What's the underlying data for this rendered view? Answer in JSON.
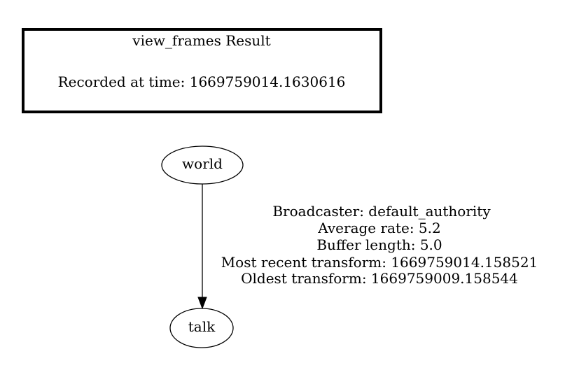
{
  "result_box": {
    "title": "view_frames Result",
    "recorded_at": "Recorded at time: 1669759014.1630616"
  },
  "nodes": {
    "parent": "world",
    "child": "talk"
  },
  "edge_info": {
    "broadcaster": "Broadcaster: default_authority",
    "average_rate": "Average rate: 5.2",
    "buffer_length": "Buffer length: 5.0",
    "most_recent": "Most recent transform: 1669759014.158521",
    "oldest": "Oldest transform: 1669759009.158544"
  }
}
